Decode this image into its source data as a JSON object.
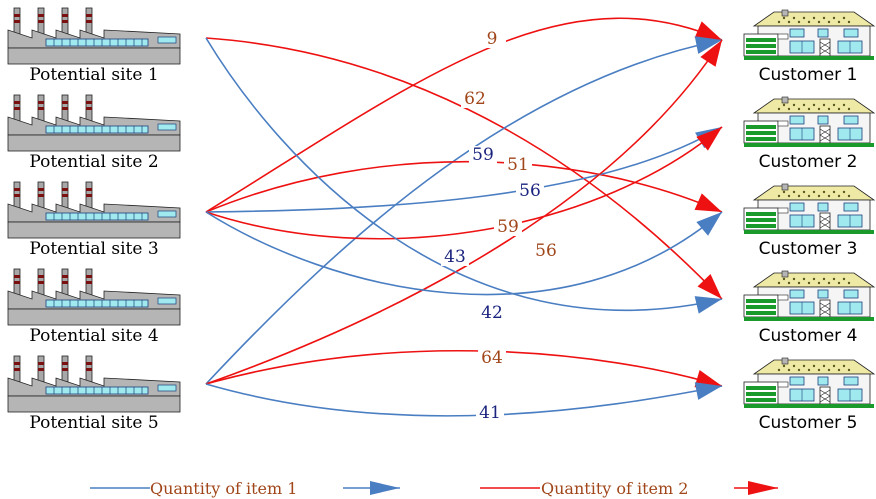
{
  "sites": [
    {
      "label": "Potential site 1"
    },
    {
      "label": "Potential site 2"
    },
    {
      "label": "Potential site 3"
    },
    {
      "label": "Potential site 4"
    },
    {
      "label": "Potential site 5"
    }
  ],
  "customers": [
    {
      "label": "Customer 1"
    },
    {
      "label": "Customer 2"
    },
    {
      "label": "Customer 3"
    },
    {
      "label": "Customer 4"
    },
    {
      "label": "Customer 5"
    }
  ],
  "flows": [
    {
      "item": 2,
      "from": 3,
      "to": 1,
      "value": "9"
    },
    {
      "item": 2,
      "from": 1,
      "to": 4,
      "value": "62"
    },
    {
      "item": 1,
      "from": 5,
      "to": 1,
      "value": "59"
    },
    {
      "item": 2,
      "from": 3,
      "to": 3,
      "value": "51"
    },
    {
      "item": 1,
      "from": 3,
      "to": 2,
      "value": "56"
    },
    {
      "item": 2,
      "from": 3,
      "to": 2,
      "value": "59"
    },
    {
      "item": 2,
      "from": 5,
      "to": 1,
      "value": "56"
    },
    {
      "item": 1,
      "from": 1,
      "to": 4,
      "value": "43"
    },
    {
      "item": 1,
      "from": 3,
      "to": 3,
      "value": "42"
    },
    {
      "item": 2,
      "from": 5,
      "to": 5,
      "value": "64"
    },
    {
      "item": 1,
      "from": 5,
      "to": 5,
      "value": "41"
    }
  ],
  "legend": {
    "item1": "Quantity of item 1",
    "item2": "Quantity of item 2"
  },
  "colors": {
    "item1": "#4a7ec2",
    "item2": "#ee1111",
    "item1_label": "#1a237e",
    "item2_label": "#a0461a"
  }
}
